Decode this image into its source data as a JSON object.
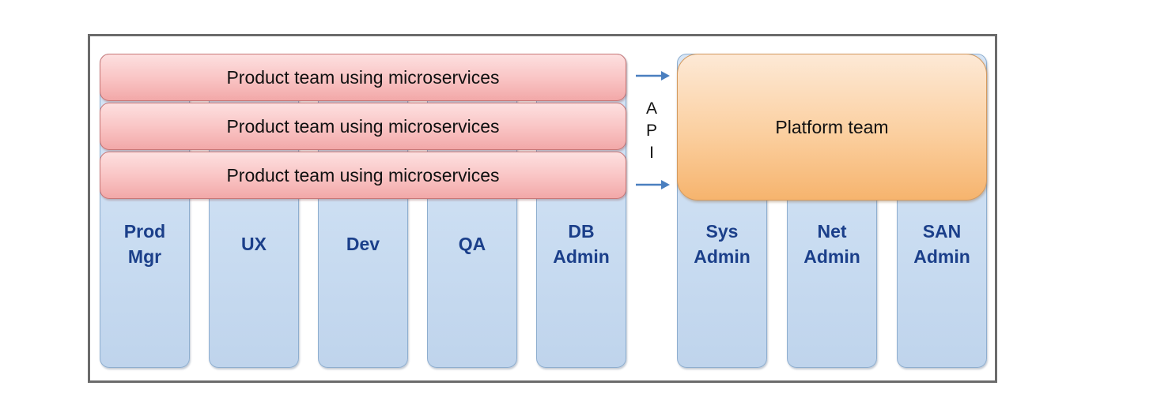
{
  "product_bands": [
    {
      "label": "Product team using microservices"
    },
    {
      "label": "Product team using microservices"
    },
    {
      "label": "Product team using microservices"
    }
  ],
  "left_columns": [
    {
      "label": "Prod\nMgr"
    },
    {
      "label": "UX"
    },
    {
      "label": "Dev"
    },
    {
      "label": "QA"
    },
    {
      "label": "DB\nAdmin"
    }
  ],
  "right_columns": [
    {
      "label": "Sys\nAdmin"
    },
    {
      "label": "Net\nAdmin"
    },
    {
      "label": "SAN\nAdmin"
    }
  ],
  "platform": {
    "label": "Platform team"
  },
  "api": {
    "letters": [
      "A",
      "P",
      "I"
    ]
  },
  "colors": {
    "column_text": "#1b3f8a",
    "arrow": "#4a7fbf"
  }
}
